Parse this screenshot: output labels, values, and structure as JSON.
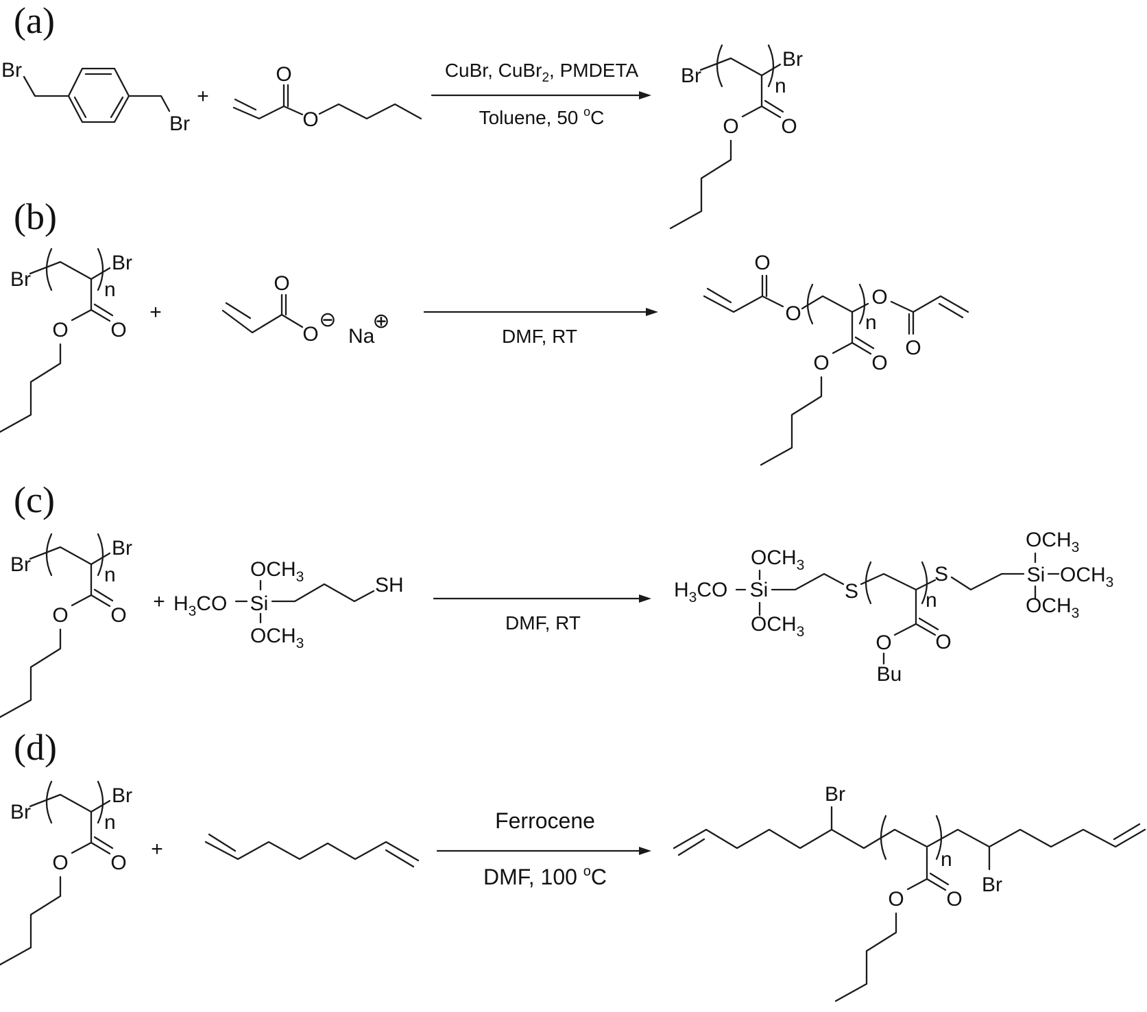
{
  "panels": [
    {
      "label": "(a)",
      "above": {
        "pre": "CuBr, CuBr",
        "sub": "2",
        "post": ", PMDETA"
      },
      "below": {
        "pre": "Toluene, 50 ",
        "sup": "o",
        "post": "C"
      }
    },
    {
      "label": "(b)",
      "below": {
        "text": "DMF, RT"
      }
    },
    {
      "label": "(c)",
      "below": {
        "text": "DMF, RT"
      }
    },
    {
      "label": "(d)",
      "above": {
        "text": "Ferrocene"
      },
      "below": {
        "pre": "DMF, 100 ",
        "sup": "o",
        "post": "C"
      }
    }
  ],
  "plus": "+",
  "atoms": {
    "Br": "Br",
    "O": "O",
    "n": "n",
    "Na": "Na",
    "anion": "⊖",
    "cation": "⊕",
    "Si": "Si",
    "S": "S",
    "SH": "SH",
    "Bu": "Bu",
    "H3CO": [
      "H",
      "3",
      "CO"
    ],
    "OCH3": [
      "OCH",
      "3"
    ]
  }
}
